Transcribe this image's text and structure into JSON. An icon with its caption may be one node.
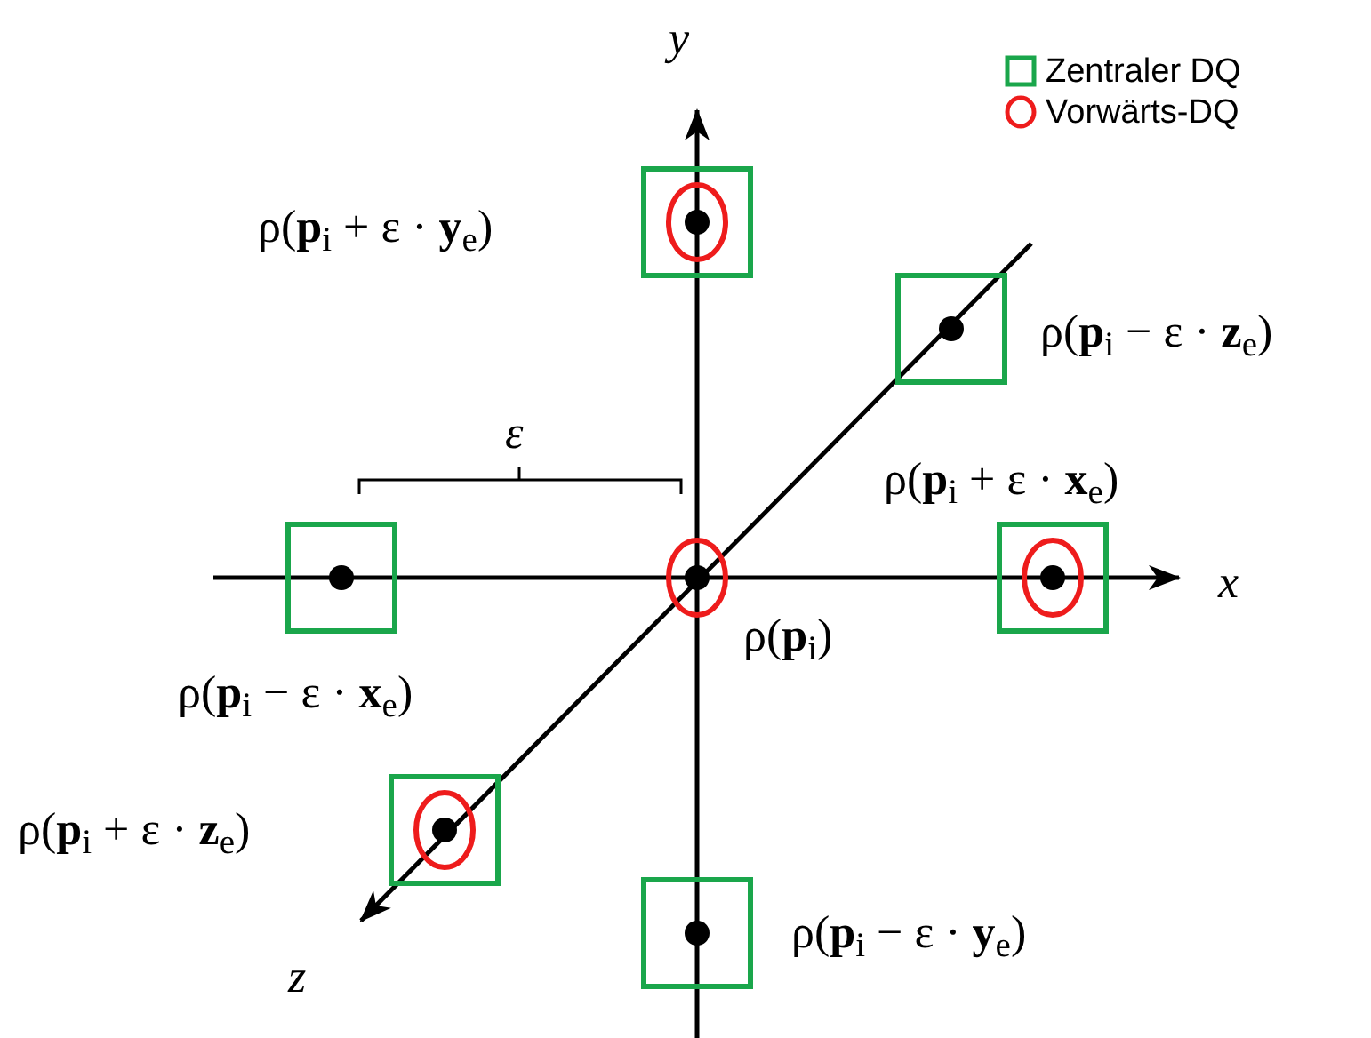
{
  "diagram": {
    "labels": [
      "y",
      "ρ(**p**$_{i}$ + ε · **y**$_{e}$)",
      "ρ(**p**$_{i}$ − ε · **z**$_{e}$)",
      "ε",
      "ρ(**p**$_{i}$ + ε · **x**$_{e}$)",
      "x",
      "ρ(**p**$_{i}$)",
      "ρ(**p**$_{i}$ − ε · **x**$_{e}$)",
      "ρ(**p**$_{i}$ + ε · **z**$_{e}$)",
      "ρ(**p**$_{i}$ − ε · **y**$_{e}$)",
      "z"
    ],
    "legend": [
      {
        "text": "Zentraler DQ"
      },
      {
        "text": "Vorwärts-DQ"
      }
    ]
  }
}
